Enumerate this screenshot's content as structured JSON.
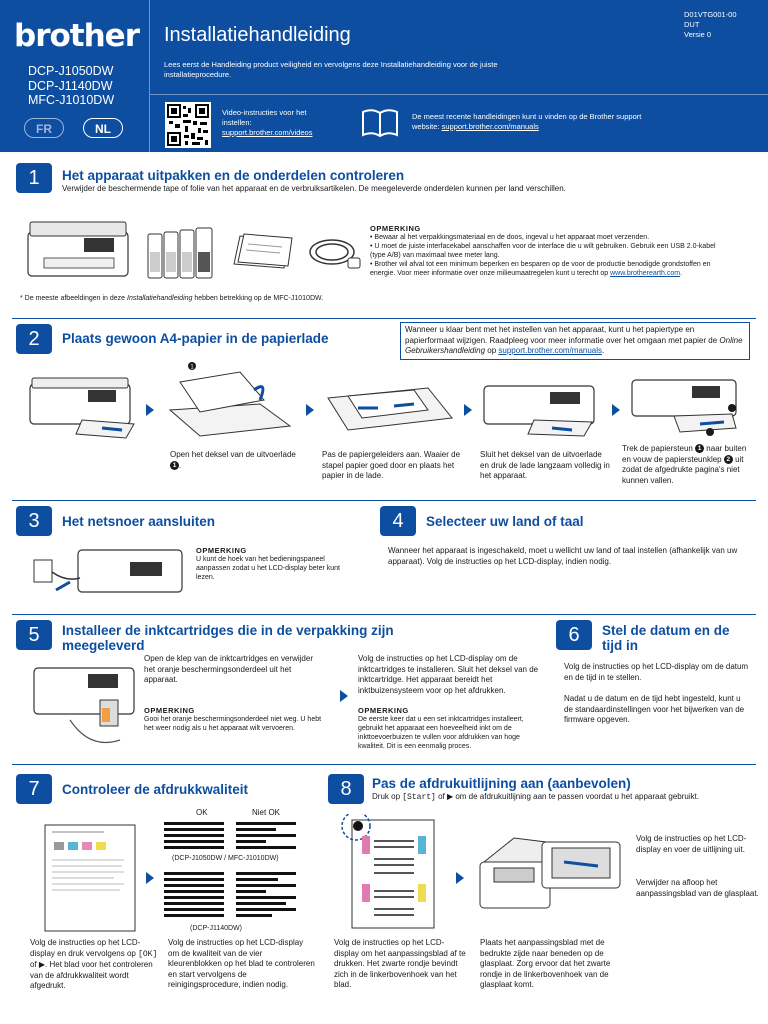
{
  "header": {
    "logo": "brother",
    "models": [
      "DCP-J1050DW",
      "DCP-J1140DW",
      "MFC-J1010DW"
    ],
    "lang_fr": "FR",
    "lang_nl": "NL",
    "title": "Installatiehandleiding",
    "docinfo": [
      "D01VTG001-00",
      "DUT",
      "Versie 0"
    ],
    "intro": "Lees eerst de Handleiding product veiligheid en vervolgens deze Installatiehandleiding voor de juiste installatieprocedure.",
    "video_line1": "Video-instructies voor het",
    "video_line2": "instellen:",
    "video_link": "support.brother.com/videos",
    "manual_text": "De meest recente handleidingen kunt u vinden op de Brother support",
    "manual_prefix": "website: ",
    "manual_link": "support.brother.com/manuals"
  },
  "step1": {
    "num": "1",
    "title": "Het apparaat uitpakken en de onderdelen controleren",
    "desc": "Verwijder de beschermende tape of folie van het apparaat en de verbruiksartikelen. De meegeleverde onderdelen kunnen per land verschillen.",
    "note_head": "OPMERKING",
    "note_b1": "Bewaar al het verpakkingsmateriaal en de doos, ingeval u het apparaat moet verzenden.",
    "note_b2": "U moet de juiste interfacekabel aanschaffen voor de interface die u wilt gebruiken. Gebruik een USB 2.0-kabel (type A/B) van maximaal twee meter lang.",
    "note_b3": "Brother wil afval tot een minimum beperken en besparen op de voor de productie benodigde grondstoffen en energie. Voor meer informatie over onze milieumaatregelen kunt u terecht op",
    "note_link": "www.brotherearth.com",
    "footnote_a": "* De meeste afbeeldingen in deze ",
    "footnote_i": "Installatiehandleiding",
    "footnote_b": " hebben betrekking op de MFC-J1010DW."
  },
  "step2": {
    "num": "2",
    "title": "Plaats gewoon A4-papier in de papierlade",
    "box_a": "Wanneer u klaar bent met het instellen van het apparaat, kunt u het papiertype en papierformaat wijzigen. Raadpleeg voor meer informatie over het omgaan met papier de ",
    "box_i": "Online Gebruikershandleiding",
    "box_b": " op ",
    "box_link": "support.brother.com/manuals",
    "box_end": ".",
    "cap1a": "Open het deksel van de uitvoerlade ",
    "cap1n": "1",
    "cap1b": ".",
    "cap2": "Pas de papiergeleiders aan. Waaier de stapel papier goed door en plaats het papier in de lade.",
    "cap3": "Sluit het deksel van de uitvoerlade en druk de lade langzaam volledig in het apparaat.",
    "cap4a": "Trek de papiersteun ",
    "cap4n1": "1",
    "cap4b": " naar buiten en vouw de papiersteunklep ",
    "cap4n2": "2",
    "cap4c": " uit zodat de afgedrukte pagina's niet kunnen vallen."
  },
  "step3": {
    "num": "3",
    "title": "Het netsnoer aansluiten",
    "note_head": "OPMERKING",
    "note": "U kunt de hoek van het bedieningspaneel aanpassen zodat u het LCD-display beter kunt lezen."
  },
  "step4": {
    "num": "4",
    "title": "Selecteer uw land of taal",
    "desc": "Wanneer het apparaat is ingeschakeld, moet u wellicht uw land of taal instellen (afhankelijk van uw apparaat). Volg de instructies op het LCD-display, indien nodig."
  },
  "step5": {
    "num": "5",
    "title": "Installeer de inktcartridges die in de verpakking zijn meegeleverd",
    "desc1": "Open de klep van de inktcartridges en verwijder het oranje beschermingsonderdeel uit het apparaat.",
    "note1_head": "OPMERKING",
    "note1": "Gooi het oranje beschermingsonderdeel niet weg. U hebt het weer nodig als u het apparaat wilt vervoeren.",
    "desc2": "Volg de instructies op het LCD-display om de inktcartridges te installeren. Sluit het deksel van de inktcartridge. Het apparaat bereidt het inktbuizensysteem voor op het afdrukken.",
    "note2_head": "OPMERKING",
    "note2": "De eerste keer dat u een set inktcartridges installeert, gebruikt het apparaat een hoeveelheid inkt om de inkttoevoerbuizen te vullen voor afdrukken van hoge kwaliteit. Dit is een eenmalig proces."
  },
  "step6": {
    "num": "6",
    "title": "Stel de datum en de tijd in",
    "desc1": "Volg de instructies op het LCD-display om de datum en de tijd in te stellen.",
    "desc2": "Nadat u de datum en de tijd hebt ingesteld, kunt u de standaardinstellingen voor het bijwerken van de firmware opgeven."
  },
  "step7": {
    "num": "7",
    "title": "Controleer de afdrukkwaliteit",
    "ok": "OK",
    "not_ok": "Niet OK",
    "model_a": "(DCP-J1050DW / MFC-J1010DW)",
    "model_b": "(DCP-J1140DW)",
    "cap1a": "Volg de instructies op het LCD-display en druk vervolgens op ",
    "cap1k": "[OK]",
    "cap1b": " of ▶. Het blad voor het controleren van de afdrukkwaliteit wordt afgedrukt.",
    "cap2": "Volg de instructies op het LCD-display om de kwaliteit van de vier kleurenblokken op het blad te controleren en start vervolgens de reinigingsprocedure, indien nodig."
  },
  "step8": {
    "num": "8",
    "title": "Pas de afdrukuitlijning aan (aanbevolen)",
    "desc_a": "Druk op ",
    "desc_k": "[Start]",
    "desc_b": " of ▶ om de afdrukuitlijning aan te passen voordat u het apparaat gebruikt.",
    "cap1": "Volg de instructies op het LCD-display om het aanpassingsblad af te drukken. Het zwarte rondje bevindt zich in de linkerbovenhoek van het blad.",
    "cap2": "Plaats het aanpassingsblad met de bedrukte zijde naar beneden op de glasplaat. Zorg ervoor dat het zwarte rondje in de linkerbovenhoek van de glasplaat komt.",
    "cap3": "Volg de instructies op het LCD-display en voer de uitlijning uit.",
    "cap4": "Verwijder na afloop het aanpassingsblad van de glasplaat."
  }
}
